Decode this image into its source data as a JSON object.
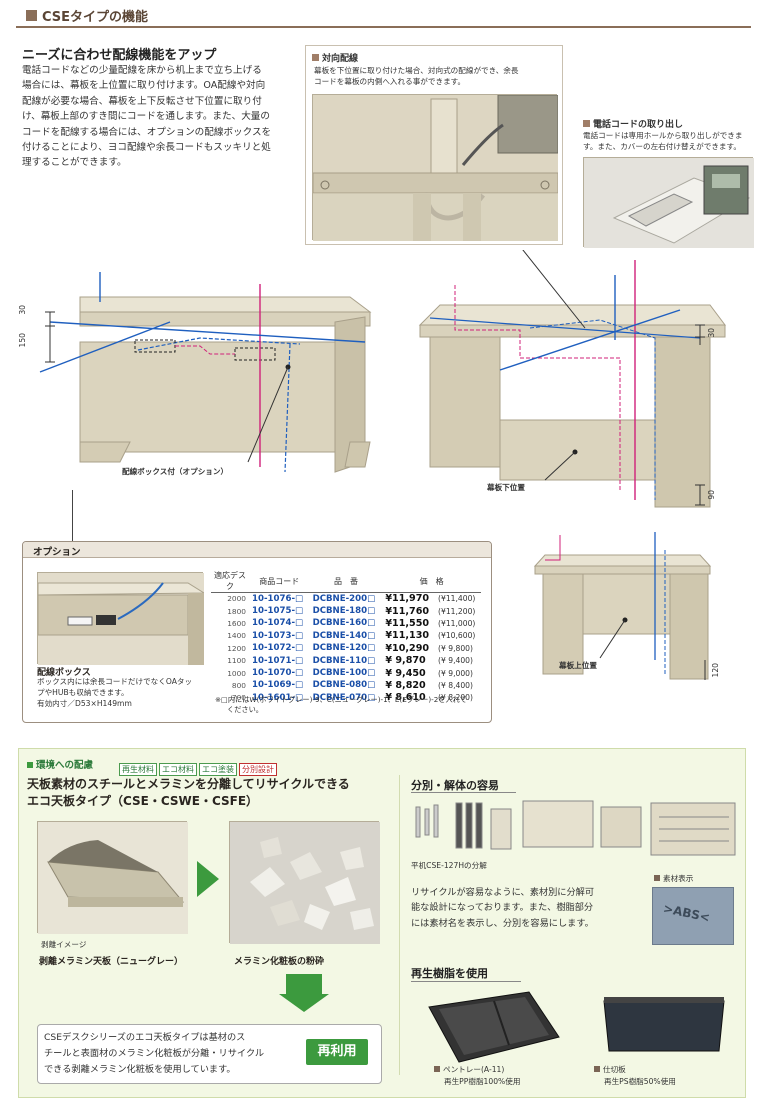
{
  "section_title": "CSEタイプの機能",
  "intro": {
    "heading": "ニーズに合わせ配線機能をアップ",
    "lines": [
      "電話コードなどの少量配線を床から机上まで立ち上げる",
      "場合には、幕板を上位置に取り付けます。OA配線や対向",
      "配線が必要な場合、幕板を上下反転させ下位置に取り付",
      "け、幕板上部のすき間にコードを通します。また、大量の",
      "コードを配線する場合には、オプションの配線ボックスを",
      "付けることにより、ヨコ配線や余長コードもスッキリと処",
      "理することができます。"
    ]
  },
  "facing": {
    "title": "対向配線",
    "lines": [
      "幕板を下位置に取り付けた場合、対向式の配線ができ、余長",
      "コードを幕板の内側へ入れる事ができます。"
    ]
  },
  "phone": {
    "title": "電話コードの取り出し",
    "lines": [
      "電話コードは専用ホールから取り出しができま",
      "す。また、カバーの左右付け替えができます。"
    ]
  },
  "diagram": {
    "dim_30_left": "30",
    "dim_150": "150",
    "dim_30_right": "30",
    "dim_90": "90",
    "dim_120": "120",
    "label_box": "配線ボックス付（オプション）",
    "label_lower": "幕板下位置",
    "label_upper": "幕板上位置"
  },
  "option": {
    "title": "オプション",
    "box_title": "配線ボックス",
    "box_lines": [
      "ボックス内には余長コードだけでなくOAタッ",
      "プやHUBも収納できます。",
      "有効内寸／D53×H149mm"
    ],
    "headers": [
      "適応デスク",
      "商品コード",
      "品　番",
      "価　格"
    ],
    "rows": [
      {
        "desk": "2000",
        "code": "10-1076-□",
        "part": "DCBNE-200□",
        "price": "¥11,970",
        "tax": "(¥11,400)"
      },
      {
        "desk": "1800",
        "code": "10-1075-□",
        "part": "DCBNE-180□",
        "price": "¥11,760",
        "tax": "(¥11,200)"
      },
      {
        "desk": "1600",
        "code": "10-1074-□",
        "part": "DCBNE-160□",
        "price": "¥11,550",
        "tax": "(¥11,000)"
      },
      {
        "desk": "1400",
        "code": "10-1073-□",
        "part": "DCBNE-140□",
        "price": "¥11,130",
        "tax": "(¥10,600)"
      },
      {
        "desk": "1200",
        "code": "10-1072-□",
        "part": "DCBNE-120□",
        "price": "¥10,290",
        "tax": "(¥ 9,800)"
      },
      {
        "desk": "1100",
        "code": "10-1071-□",
        "part": "DCBNE-110□",
        "price": "¥ 9,870",
        "tax": "(¥ 9,400)"
      },
      {
        "desk": "1000",
        "code": "10-1070-□",
        "part": "DCBNE-100□",
        "price": "¥ 9,450",
        "tax": "(¥ 9,000)"
      },
      {
        "desk": "800",
        "code": "10-1069-□",
        "part": "DCBNE-080□",
        "price": "¥ 8,820",
        "tax": "(¥ 8,400)"
      },
      {
        "desk": "700",
        "code": "10-1601-□",
        "part": "DCBNE-070□",
        "price": "¥ 8,610",
        "tax": "(¥ 8,200)"
      }
    ],
    "note_line1": "※□内にはW(ホワイトグレー)-9、C(ニューグレー)-1、E(Eグレー)-2を入れて",
    "note_line2": "ください。"
  },
  "eco": {
    "label": "環境への配慮",
    "tags": [
      "再生材料",
      "エコ材料",
      "エコ塗装",
      "分別設計"
    ],
    "headline1": "天板素材のスチールとメラミンを分離してリサイクルできる",
    "headline2": "エコ天板タイプ（CSE・CSWE・CSFE）",
    "img_note": "剥離イメージ",
    "caption1": "剥離メラミン天板（ニューグレー）",
    "caption2": "メラミン化粧板の粉砕",
    "reuse": "再利用",
    "desc_lines": [
      "CSEデスクシリーズのエコ天板タイプは基材のス",
      "チールと表面材のメラミン化粧板が分離・リサイクル",
      "できる剥離メラミン化粧板を使用しています。"
    ],
    "sep_title": "分別・解体の容易",
    "sep_caption": "平机CSE-127Hの分解",
    "sep_lines": [
      "リサイクルが容易なように、素材別に分解可",
      "能な設計になっております。また、樹脂部分",
      "には素材名を表示し、分別を容易にします。"
    ],
    "material_label": "素材表示",
    "material_code": ">ABS<",
    "recycled_title": "再生樹脂を使用",
    "pentray": "ペントレー(A-11)",
    "pentray_sub": "再生PP樹脂100%使用",
    "divider": "仕切板",
    "divider_sub": "再生PS樹脂50%使用"
  }
}
